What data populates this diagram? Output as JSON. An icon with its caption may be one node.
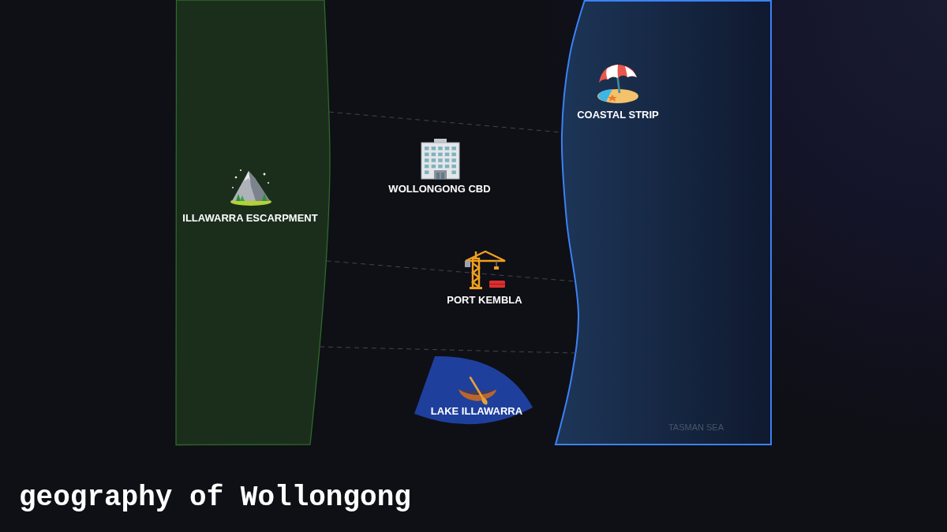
{
  "diagram": {
    "title": "geography of Wollongong",
    "nodes": [
      {
        "text": [
          "ILLAWARRA ESCARPMENT"
        ]
      },
      {
        "text": [
          "WOLLONGONG CBD"
        ]
      },
      {
        "text": [
          "PORT KEMBLA"
        ]
      },
      {
        "text": [
          "LAKE ILLAWARRA"
        ]
      },
      {
        "text": [
          "COASTAL STRIP",
          "TASMAN SEA"
        ]
      }
    ],
    "edges": [
      {
        "from": 0,
        "to": 4,
        "arrow": "none",
        "style": "dashed"
      },
      {
        "from": 0,
        "to": 4,
        "arrow": "none",
        "style": "dashed"
      },
      {
        "from": 0,
        "to": 4,
        "arrow": "none",
        "style": "dashed"
      }
    ]
  }
}
